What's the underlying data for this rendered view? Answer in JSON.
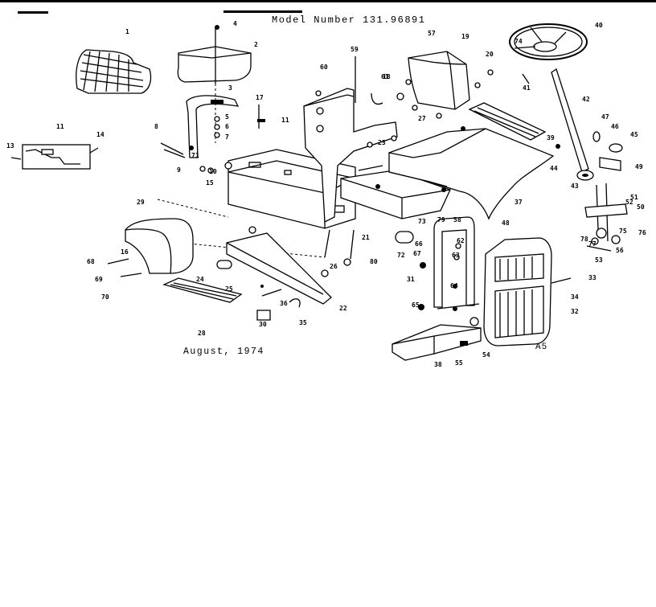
{
  "header": {
    "model_number": "Model Number 131.96891"
  },
  "footer": {
    "date": "August, 1974",
    "page_code": "A5"
  },
  "callouts": [
    {
      "id": "c1",
      "label": "1"
    },
    {
      "id": "c2",
      "label": "2"
    },
    {
      "id": "c3",
      "label": "3"
    },
    {
      "id": "c4",
      "label": "4"
    },
    {
      "id": "c5",
      "label": "5"
    },
    {
      "id": "c6",
      "label": "6"
    },
    {
      "id": "c7",
      "label": "7"
    },
    {
      "id": "c8",
      "label": "8"
    },
    {
      "id": "c9",
      "label": "9"
    },
    {
      "id": "c10",
      "label": "10"
    },
    {
      "id": "c11",
      "label": "11"
    },
    {
      "id": "c12",
      "label": "11"
    },
    {
      "id": "c13",
      "label": "13"
    },
    {
      "id": "c14",
      "label": "14"
    },
    {
      "id": "c15",
      "label": "15"
    },
    {
      "id": "c16",
      "label": "16"
    },
    {
      "id": "c17",
      "label": "17"
    },
    {
      "id": "c18",
      "label": "18"
    },
    {
      "id": "c19",
      "label": "19"
    },
    {
      "id": "c20",
      "label": "20"
    },
    {
      "id": "c21",
      "label": "21"
    },
    {
      "id": "c22",
      "label": "22"
    },
    {
      "id": "c23",
      "label": "23"
    },
    {
      "id": "c24",
      "label": "24"
    },
    {
      "id": "c25",
      "label": "25"
    },
    {
      "id": "c26",
      "label": "26"
    },
    {
      "id": "c27",
      "label": "27"
    },
    {
      "id": "c28",
      "label": "28"
    },
    {
      "id": "c29",
      "label": "29"
    },
    {
      "id": "c30",
      "label": "30"
    },
    {
      "id": "c31",
      "label": "31"
    },
    {
      "id": "c32",
      "label": "32"
    },
    {
      "id": "c33",
      "label": "33"
    },
    {
      "id": "c34",
      "label": "34"
    },
    {
      "id": "c35",
      "label": "35"
    },
    {
      "id": "c36",
      "label": "36"
    },
    {
      "id": "c37",
      "label": "37"
    },
    {
      "id": "c38",
      "label": "38"
    },
    {
      "id": "c39",
      "label": "39"
    },
    {
      "id": "c40",
      "label": "40"
    },
    {
      "id": "c41",
      "label": "41"
    },
    {
      "id": "c42",
      "label": "42"
    },
    {
      "id": "c43",
      "label": "43"
    },
    {
      "id": "c44",
      "label": "44"
    },
    {
      "id": "c45",
      "label": "45"
    },
    {
      "id": "c46",
      "label": "46"
    },
    {
      "id": "c47",
      "label": "47"
    },
    {
      "id": "c48",
      "label": "48"
    },
    {
      "id": "c49",
      "label": "49"
    },
    {
      "id": "c50",
      "label": "50"
    },
    {
      "id": "c51",
      "label": "51"
    },
    {
      "id": "c52",
      "label": "52"
    },
    {
      "id": "c53",
      "label": "53"
    },
    {
      "id": "c54",
      "label": "54"
    },
    {
      "id": "c55",
      "label": "55"
    },
    {
      "id": "c56",
      "label": "56"
    },
    {
      "id": "c57",
      "label": "57"
    },
    {
      "id": "c58",
      "label": "58"
    },
    {
      "id": "c59",
      "label": "59"
    },
    {
      "id": "c60",
      "label": "60"
    },
    {
      "id": "c61",
      "label": "61"
    },
    {
      "id": "c62",
      "label": "62"
    },
    {
      "id": "c63",
      "label": "63"
    },
    {
      "id": "c64",
      "label": "64"
    },
    {
      "id": "c65",
      "label": "65"
    },
    {
      "id": "c66",
      "label": "66"
    },
    {
      "id": "c67",
      "label": "67"
    },
    {
      "id": "c68",
      "label": "68"
    },
    {
      "id": "c69",
      "label": "69"
    },
    {
      "id": "c70",
      "label": "70"
    },
    {
      "id": "c71",
      "label": "71"
    },
    {
      "id": "c72",
      "label": "72"
    },
    {
      "id": "c73",
      "label": "73"
    },
    {
      "id": "c74",
      "label": "74"
    },
    {
      "id": "c75",
      "label": "75"
    },
    {
      "id": "c76",
      "label": "76"
    },
    {
      "id": "c77",
      "label": "77"
    },
    {
      "id": "c78",
      "label": "78"
    },
    {
      "id": "c79",
      "label": "79"
    },
    {
      "id": "c80",
      "label": "80"
    }
  ]
}
